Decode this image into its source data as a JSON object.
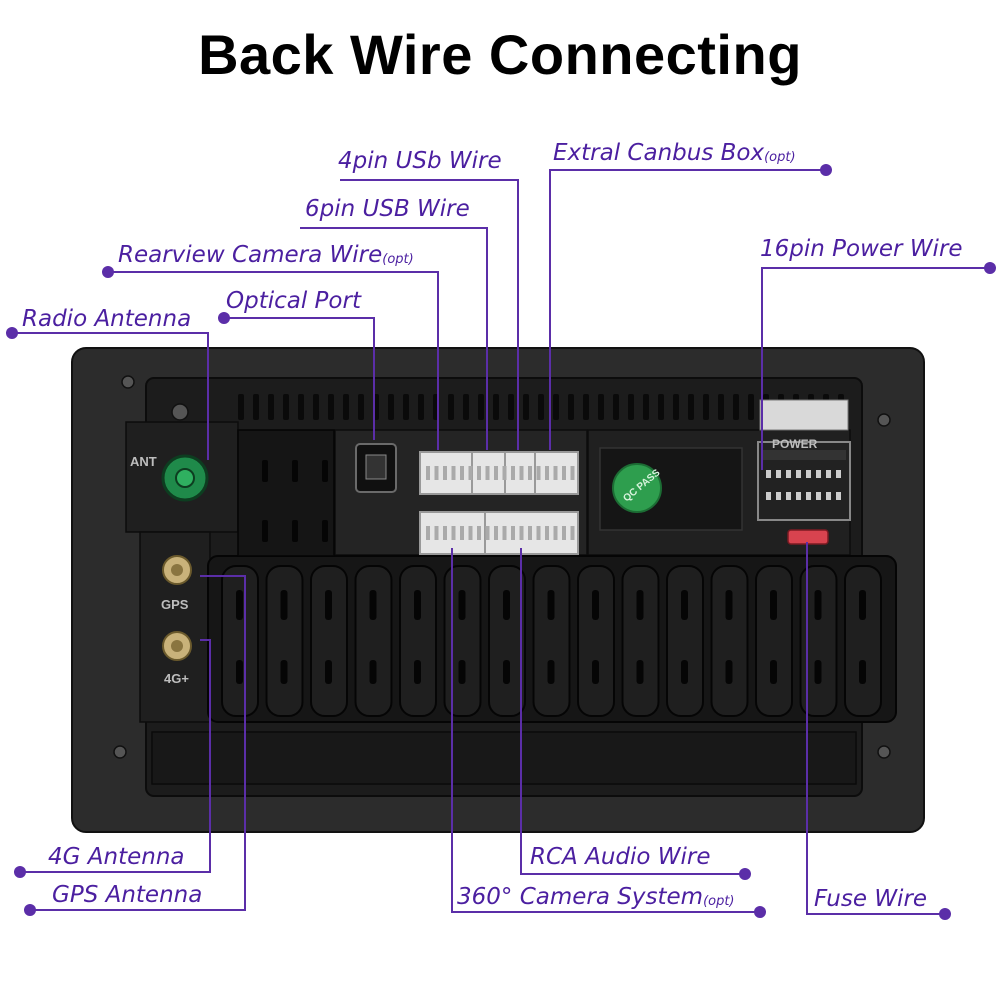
{
  "title": "Back Wire Connecting",
  "colors": {
    "line": "#5b2ea8",
    "label": "#4b1fa0",
    "panel": "#2a2a2a",
    "ridge": "#141414"
  },
  "device": {
    "ant_label": "ANT",
    "gps_label": "GPS",
    "fourg_label": "4G+",
    "power_label": "POWER",
    "sticker_text": "QC PASS"
  },
  "labels": {
    "usb4": {
      "main": "4pin USb Wire",
      "opt": ""
    },
    "canbus": {
      "main": "Extral Canbus Box",
      "opt": "(opt)"
    },
    "usb6": {
      "main": "6pin USB Wire",
      "opt": ""
    },
    "rearview": {
      "main": "Rearview Camera Wire",
      "opt": "(opt)"
    },
    "power16": {
      "main": "16pin Power Wire",
      "opt": ""
    },
    "optical": {
      "main": "Optical Port",
      "opt": ""
    },
    "radio": {
      "main": "Radio Antenna",
      "opt": ""
    },
    "ant4g": {
      "main": "4G Antenna",
      "opt": ""
    },
    "gps": {
      "main": "GPS Antenna",
      "opt": ""
    },
    "rca": {
      "main": "RCA Audio Wire",
      "opt": ""
    },
    "cam360": {
      "main": "360° Camera System",
      "opt": "(opt)"
    },
    "fuse": {
      "main": "Fuse Wire",
      "opt": ""
    }
  }
}
